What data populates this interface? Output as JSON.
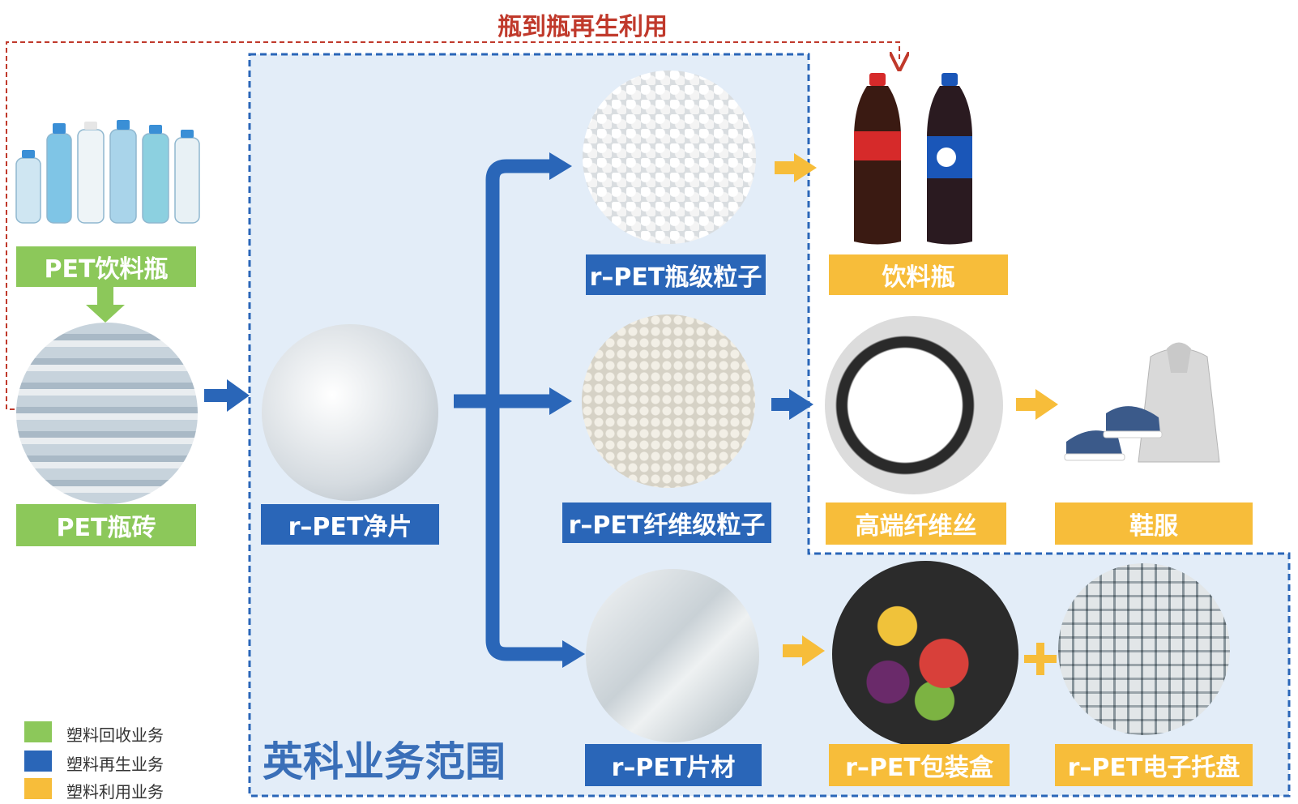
{
  "top_title": "瓶到瓶再生利用",
  "scope_title": "英科业务范围",
  "labels": {
    "pet_bottle": "PET饮料瓶",
    "pet_brick": "PET瓶砖",
    "rpet_flakes": "r–PET净片",
    "rpet_bottle_grade": "r–PET瓶级粒子",
    "rpet_fiber_grade": "r–PET纤维级粒子",
    "rpet_sheet": "r–PET片材",
    "beverage_bottle": "饮料瓶",
    "fiber_yarn": "高端纤维丝",
    "shoes_clothes": "鞋服",
    "rpet_box": "r–PET包装盒",
    "rpet_tray": "r–PET电子托盘"
  },
  "legend": [
    {
      "label": "塑料回收业务",
      "color": "#8cc85a"
    },
    {
      "label": "塑料再生业务",
      "color": "#2a66b8"
    },
    {
      "label": "塑料利用业务",
      "color": "#f7bd3a"
    }
  ],
  "colors": {
    "green": "#8cc85a",
    "blue": "#2a66b8",
    "yellow": "#f7bd3a",
    "scope_bg": "#e3edf8",
    "scope_border": "#2a66b8",
    "loop_line": "#c0392b"
  }
}
